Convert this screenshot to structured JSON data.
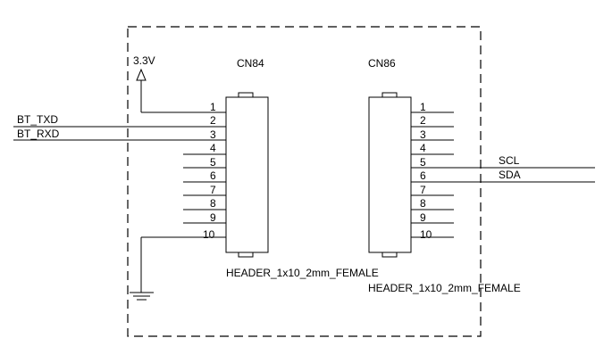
{
  "power": {
    "label": "3.3V"
  },
  "connectors": [
    {
      "ref": "CN84",
      "part": "HEADER_1x10_2mm_FEMALE",
      "pins": [
        "1",
        "2",
        "3",
        "4",
        "5",
        "6",
        "7",
        "8",
        "9",
        "10"
      ]
    },
    {
      "ref": "CN86",
      "part": "HEADER_1x10_2mm_FEMALE",
      "pins": [
        "1",
        "2",
        "3",
        "4",
        "5",
        "6",
        "7",
        "8",
        "9",
        "10"
      ]
    }
  ],
  "nets": {
    "bt_txd": "BT_TXD",
    "bt_rxd": "BT_RXD",
    "scl": "SCL",
    "sda": "SDA"
  }
}
